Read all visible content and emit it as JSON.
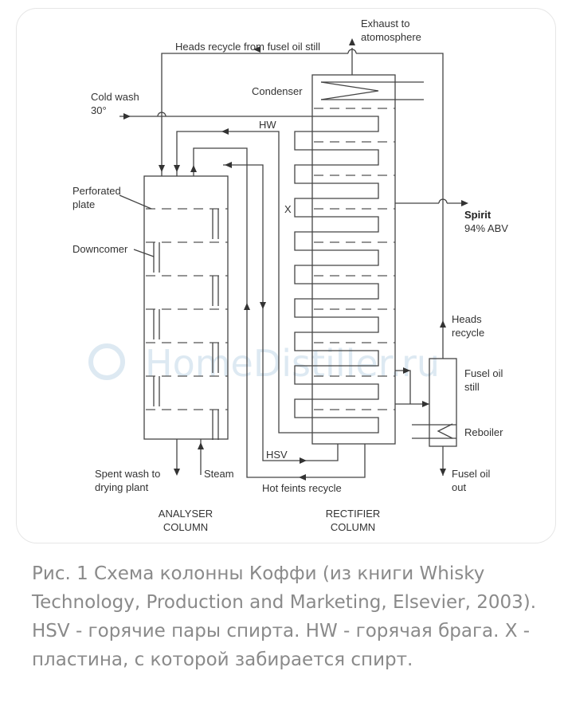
{
  "figure": {
    "watermark": "HomeDistiller.ru",
    "labels": {
      "exhaust": [
        "Exhaust to",
        "atomosphere"
      ],
      "heads_recycle_top": "Heads recycle from fusel oil still",
      "condenser": "Condenser",
      "cold_wash": [
        "Cold wash",
        "30°"
      ],
      "hw": "HW",
      "perforated_plate": [
        "Perforated",
        "plate"
      ],
      "downcomer": "Downcomer",
      "x_plate": "X",
      "spirit": "Spirit",
      "spirit_abv": "94% ABV",
      "heads_recycle": [
        "Heads",
        "recycle"
      ],
      "fusel_oil_still": [
        "Fusel oil",
        "still"
      ],
      "reboiler": "Reboiler",
      "hsv": "HSV",
      "spent_wash": [
        "Spent wash to",
        "drying plant"
      ],
      "steam": "Steam",
      "hot_feints": "Hot feints recycle",
      "fusel_oil_out": [
        "Fusel oil",
        "out"
      ],
      "analyser_column": [
        "ANALYSER",
        "COLUMN"
      ],
      "rectifier_column": [
        "RECTIFIER",
        "COLUMN"
      ]
    }
  },
  "caption": "Рис. 1 Схема колонны Коффи (из книги Whisky Technology, Production and Marketing, Elsevier, 2003). HSV - горячие пары спирта. HW - горячая брага. X - пластина, с которой забирается спирт."
}
